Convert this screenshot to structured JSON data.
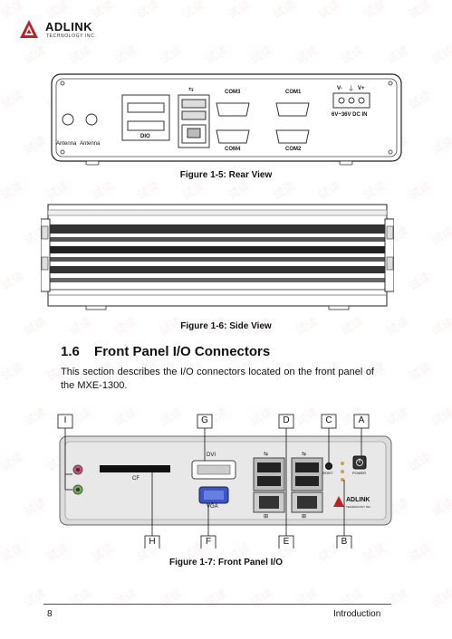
{
  "header": {
    "logo_name": "ADLINK",
    "logo_subtitle": "TECHNOLOGY INC."
  },
  "watermark_text": "试读",
  "rear_view": {
    "labels": {
      "antenna1": "Antenna",
      "antenna2": "Antenna",
      "dio": "DIO",
      "com3": "COM3",
      "com1": "COM1",
      "com4": "COM4",
      "com2": "COM2",
      "power_minus": "V-",
      "power_plus": "V+",
      "power_range": "6V~36V DC IN"
    },
    "caption": "Figure 1-5: Rear View"
  },
  "side_view": {
    "caption": "Figure 1-6: Side View"
  },
  "section": {
    "number": "1.6",
    "title": "Front Panel I/O Connectors",
    "body": "This section describes the I/O connectors located on the front panel of the MXE-1300."
  },
  "front_panel": {
    "callouts_top": [
      "I",
      "G",
      "D",
      "C",
      "A"
    ],
    "callouts_bottom": [
      "H",
      "F",
      "E",
      "B"
    ],
    "labels": {
      "dvi": "DVI",
      "vga": "VGA",
      "cf": "CF",
      "reset": "RESET",
      "power": "POWER",
      "brand": "ADLINK",
      "brand_sub": "TECHNOLOGY INC."
    },
    "caption": "Figure 1-7: Front Panel I/O"
  },
  "footer": {
    "page_number": "8",
    "section_name": "Introduction",
    "accent_color": "#c0202a"
  }
}
